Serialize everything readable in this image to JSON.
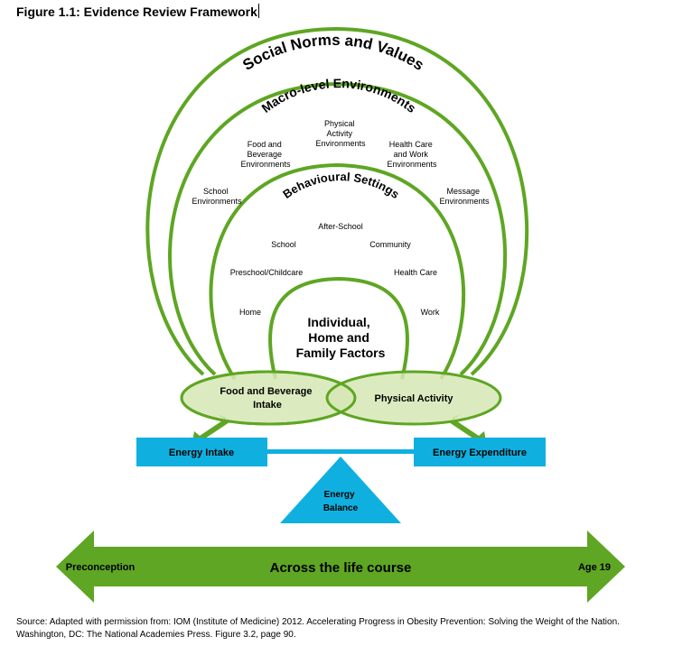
{
  "title": "Figure 1.1: Evidence Review Framework",
  "rings": {
    "social": "Social Norms and Values",
    "macro": "Macro-level Environments",
    "behavioural": "Behavioural Settings",
    "individual": [
      "Individual,",
      "Home and",
      "Family Factors"
    ]
  },
  "macro_items": {
    "food": [
      "Food and",
      "Beverage",
      "Environments"
    ],
    "physical": [
      "Physical",
      "Activity",
      "Environments"
    ],
    "health": [
      "Health Care",
      "and Work",
      "Environments"
    ],
    "school": [
      "School",
      "Environments"
    ],
    "message": [
      "Message",
      "Environments"
    ]
  },
  "behavioural_items": {
    "after_school": "After-School",
    "school": "School",
    "community": "Community",
    "preschool": "Preschool/Childcare",
    "health_care": "Health Care",
    "home": "Home",
    "work": "Work"
  },
  "ellipses": {
    "food": [
      "Food and Beverage",
      "Intake"
    ],
    "activity": "Physical Activity"
  },
  "balance": {
    "intake": "Energy Intake",
    "expenditure": "Energy Expenditure",
    "fulcrum": [
      "Energy",
      "Balance"
    ]
  },
  "lifecourse": {
    "start": "Preconception",
    "middle": "Across the life course",
    "end": "Age 19"
  },
  "source": "Source: Adapted with permission from: IOM (Institute of Medicine) 2012. Accelerating Progress in Obesity Prevention: Solving the Weight of the Nation. Washington, DC: The National Academies Press. Figure 3.2, page 90.",
  "colors": {
    "green": "#5ea623",
    "ellipse_fill": "#d6e8b4",
    "blue": "#0fb0e0",
    "white": "#ffffff"
  }
}
